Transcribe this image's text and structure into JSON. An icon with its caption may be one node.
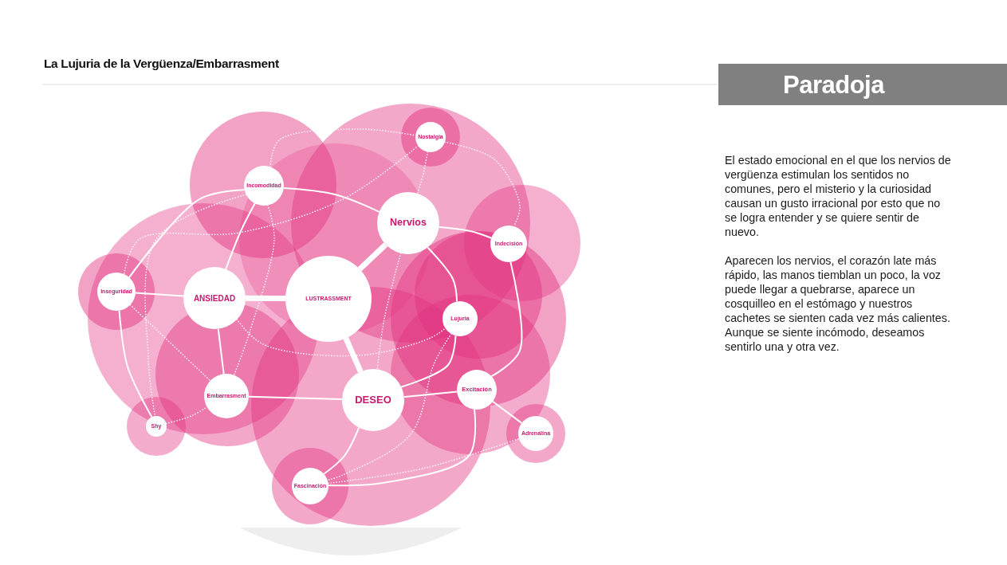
{
  "diagram": {
    "title": "La Lujuria de la Vergüenza/Embarrasment",
    "nodes": [
      {
        "text": [
          "Incomodidad"
        ]
      },
      {
        "text": [
          "Nostalgia"
        ]
      },
      {
        "text": [
          "Nervios"
        ]
      },
      {
        "text": [
          "Indecisión"
        ]
      },
      {
        "text": [
          "Inseguridad"
        ]
      },
      {
        "text": [
          "ANSIEDAD"
        ]
      },
      {
        "text": [
          "LUSTRASSMENT"
        ]
      },
      {
        "text": [
          "Lujuria"
        ]
      },
      {
        "text": [
          "Embarrasment"
        ]
      },
      {
        "text": [
          "DESEO"
        ]
      },
      {
        "text": [
          "Excitación"
        ]
      },
      {
        "text": [
          "Shy"
        ]
      },
      {
        "text": [
          "Adrenalina"
        ]
      },
      {
        "text": [
          "Fascinación"
        ]
      },
      {
        "text": [
          "Paradoja"
        ]
      }
    ],
    "edges": [
      {
        "from": 6,
        "to": 5,
        "arrow": "none",
        "style": "thick"
      },
      {
        "from": 6,
        "to": 2,
        "arrow": "none",
        "style": "thick"
      },
      {
        "from": 6,
        "to": 9,
        "arrow": "none",
        "style": "thick"
      },
      {
        "from": 0,
        "to": 2,
        "arrow": "none"
      },
      {
        "from": 0,
        "to": 5,
        "arrow": "none"
      },
      {
        "from": 0,
        "to": 4,
        "arrow": "none"
      },
      {
        "from": 4,
        "to": 5,
        "arrow": "none"
      },
      {
        "from": 4,
        "to": 11,
        "arrow": "none"
      },
      {
        "from": 5,
        "to": 8,
        "arrow": "none"
      },
      {
        "from": 8,
        "to": 9,
        "arrow": "none"
      },
      {
        "from": 2,
        "to": 3,
        "arrow": "none"
      },
      {
        "from": 2,
        "to": 7,
        "arrow": "none"
      },
      {
        "from": 7,
        "to": 9,
        "arrow": "none"
      },
      {
        "from": 9,
        "to": 10,
        "arrow": "none"
      },
      {
        "from": 3,
        "to": 10,
        "arrow": "none"
      },
      {
        "from": 10,
        "to": 12,
        "arrow": "none"
      },
      {
        "from": 9,
        "to": 13,
        "arrow": "none"
      },
      {
        "from": 10,
        "to": 13,
        "arrow": "none"
      },
      {
        "from": 0,
        "to": 1,
        "arrow": "none",
        "style": "dashed"
      },
      {
        "from": 1,
        "to": 2,
        "arrow": "none",
        "style": "dashed"
      },
      {
        "from": 1,
        "to": 3,
        "arrow": "none",
        "style": "dashed"
      },
      {
        "from": 1,
        "to": 4,
        "arrow": "none",
        "style": "dashed"
      },
      {
        "from": 0,
        "to": 11,
        "arrow": "none",
        "style": "dashed"
      },
      {
        "from": 4,
        "to": 8,
        "arrow": "none",
        "style": "dashed"
      },
      {
        "from": 11,
        "to": 8,
        "arrow": "none",
        "style": "dashed"
      },
      {
        "from": 5,
        "to": 7,
        "arrow": "none",
        "style": "dashed"
      },
      {
        "from": 0,
        "to": 8,
        "arrow": "none",
        "style": "dashed"
      },
      {
        "from": 7,
        "to": 13,
        "arrow": "none",
        "style": "dashed"
      },
      {
        "from": 2,
        "to": 9,
        "arrow": "none",
        "style": "dashed"
      },
      {
        "from": 13,
        "to": 12,
        "arrow": "none",
        "style": "dashed"
      }
    ],
    "labels": [
      "El estado emocional en el que los nervios de vergüenza estimulan los sentidos no comunes, pero el misterio y la curiosidad causan un gusto irracional por esto que no se logra entender y se quiere sentir de nuevo.",
      "Aparecen los nervios, el corazón late más rápido, las manos tiemblan un poco, la voz puede llegar a quebrarse, aparece un cosquilleo en el estómago y nuestros cachetes se sienten cada vez más calientes. Aunque se siente incómodo, deseamos sentirlo una y otra vez."
    ]
  }
}
